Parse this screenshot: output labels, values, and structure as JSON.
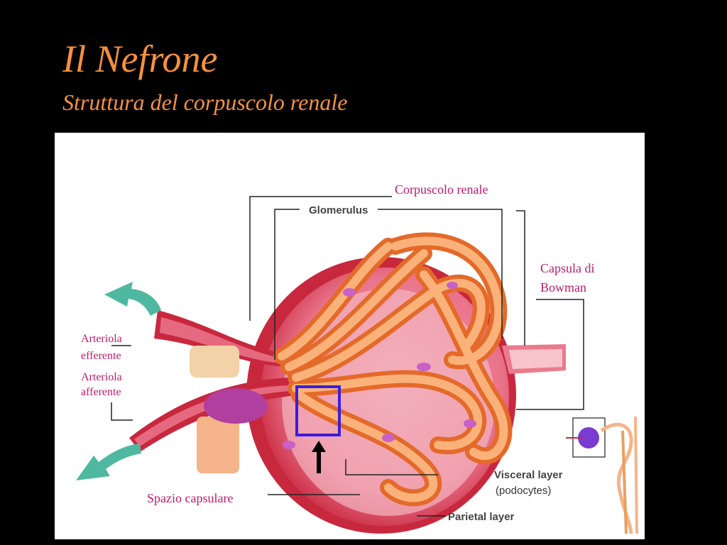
{
  "slide": {
    "title": "Il Nefrone",
    "subtitle": "Struttura del corpuscolo renale"
  },
  "labels": {
    "corpuscolo": "Corpuscolo renale",
    "capsula_line1": "Capsula di",
    "capsula_line2": "Bowman",
    "efferente_line1": "Arteriola",
    "efferente_line2": "efferente",
    "afferente_line1": "Arteriola",
    "afferente_line2": "afferente",
    "spazio": "Spazio capsulare"
  },
  "figure_text": {
    "glomerulus": "Glomerulus",
    "visceral": "Visceral layer",
    "podocytes": "(podocytes)",
    "parietal": "Parietal layer"
  },
  "colors": {
    "accent": "#f7913d",
    "label": "#c0196b",
    "capsule": "#c8283e",
    "capillary": "#f58a3c",
    "arrow": "#4fb8a0"
  }
}
